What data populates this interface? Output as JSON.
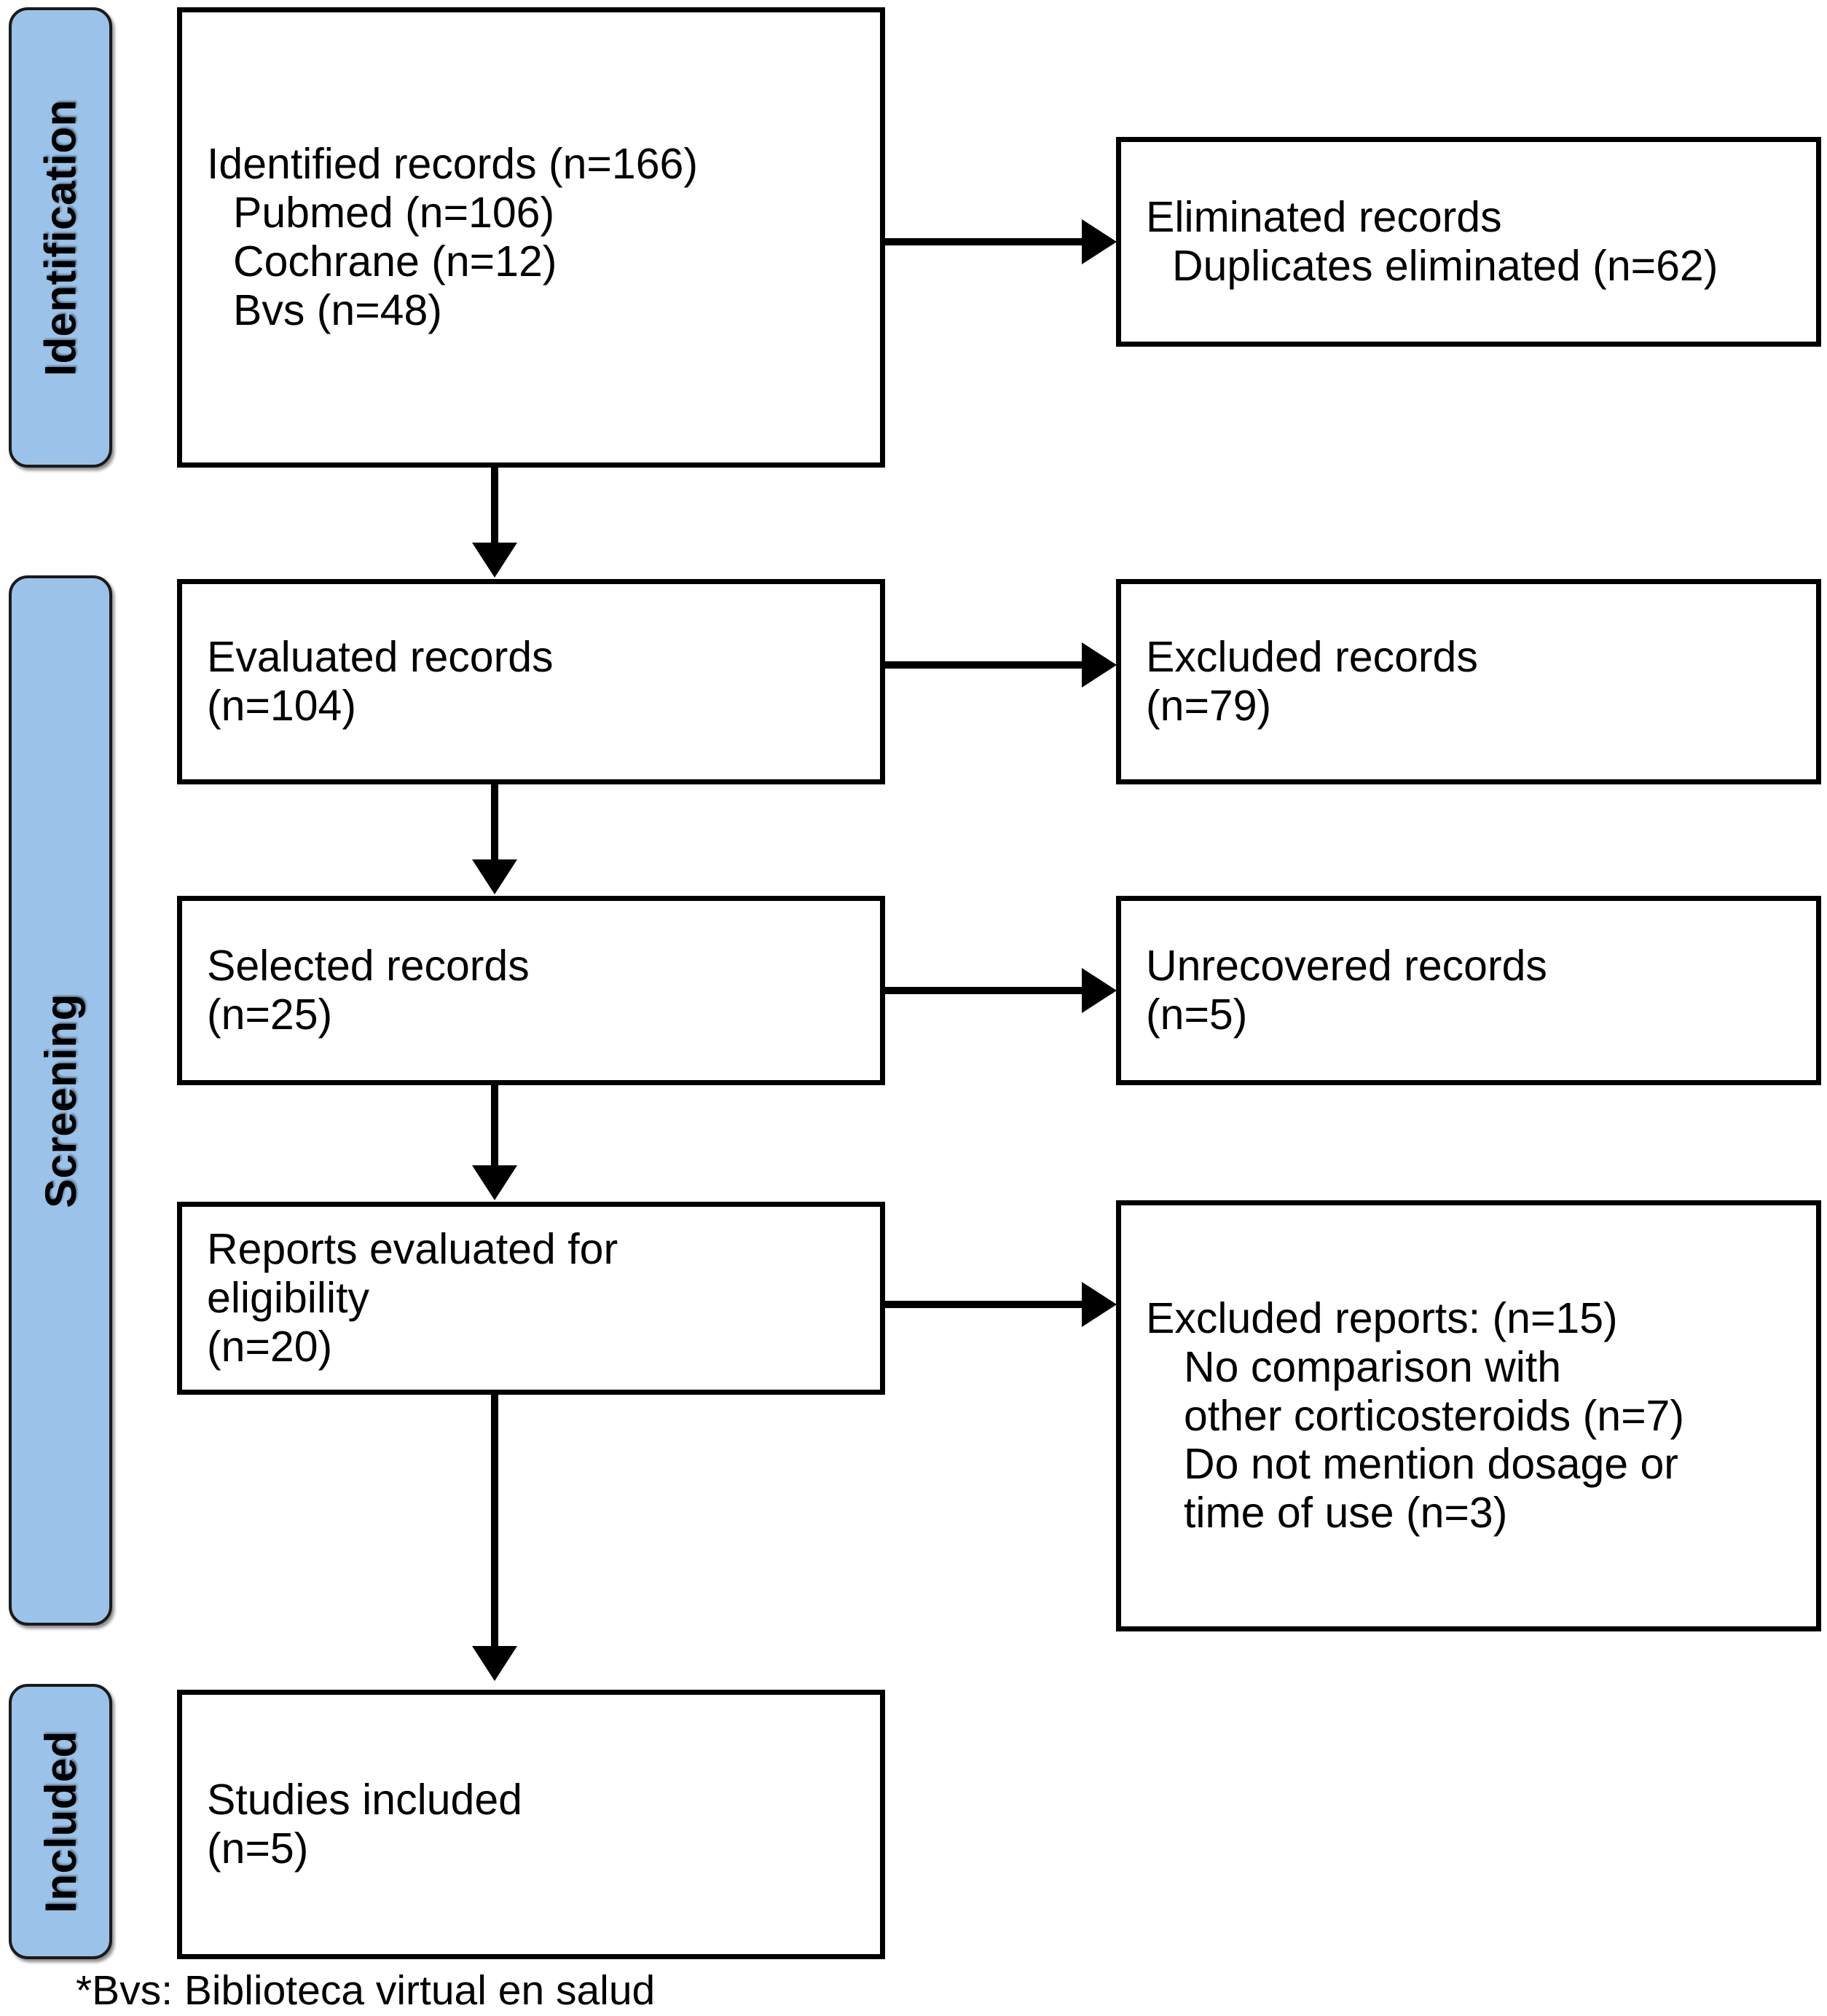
{
  "diagram": {
    "title": "PRISMA flow diagram",
    "accent_color": "#9bc3e9",
    "border_color": "#000000",
    "background_color": "#ffffff"
  },
  "stages": [
    {
      "id": "identification",
      "label": "Identification"
    },
    {
      "id": "screening",
      "label": "Screening"
    },
    {
      "id": "included",
      "label": "Included"
    }
  ],
  "boxes": {
    "identified_records": {
      "lines": [
        "Identified records (n=166)",
        "Pubmed (n=106)",
        "Cochrane (n=12)",
        "Bvs (n=48)"
      ]
    },
    "eliminated_records": {
      "lines": [
        "Eliminated records",
        "Duplicates eliminated (n=62)"
      ]
    },
    "evaluated_records": {
      "lines": [
        "Evaluated records",
        "(n=104)"
      ]
    },
    "excluded_records": {
      "lines": [
        "Excluded records",
        "(n=79)"
      ]
    },
    "selected_records": {
      "lines": [
        "Selected records",
        "(n=25)"
      ]
    },
    "unrecovered_records": {
      "lines": [
        "Unrecovered records",
        "(n=5)"
      ]
    },
    "reports_evaluated": {
      "lines": [
        "Reports evaluated for",
        "eligibility",
        "(n=20)"
      ]
    },
    "excluded_reports": {
      "lines": [
        "Excluded reports: (n=15)",
        "No comparison with",
        "other corticosteroids (n=7)",
        "Do not mention dosage or",
        "time of use (n=3)"
      ]
    },
    "studies_included": {
      "lines": [
        "Studies included",
        "(n=5)"
      ]
    }
  },
  "footnote": {
    "text": "*Bvs: Biblioteca virtual en salud"
  },
  "chart_data": {
    "type": "flowchart",
    "title": "PRISMA flow diagram",
    "stages": [
      "Identification",
      "Screening",
      "Included"
    ],
    "nodes": [
      {
        "id": "identified_records",
        "stage": "Identification",
        "label": "Identified records",
        "n": 166,
        "breakdown": [
          {
            "source": "Pubmed",
            "n": 106
          },
          {
            "source": "Cochrane",
            "n": 12
          },
          {
            "source": "Bvs",
            "n": 48
          }
        ]
      },
      {
        "id": "eliminated_records",
        "stage": "Identification",
        "label": "Eliminated records",
        "breakdown": [
          {
            "reason": "Duplicates eliminated",
            "n": 62
          }
        ]
      },
      {
        "id": "evaluated_records",
        "stage": "Screening",
        "label": "Evaluated records",
        "n": 104
      },
      {
        "id": "excluded_records",
        "stage": "Screening",
        "label": "Excluded records",
        "n": 79
      },
      {
        "id": "selected_records",
        "stage": "Screening",
        "label": "Selected records",
        "n": 25
      },
      {
        "id": "unrecovered_records",
        "stage": "Screening",
        "label": "Unrecovered records",
        "n": 5
      },
      {
        "id": "reports_evaluated",
        "stage": "Screening",
        "label": "Reports evaluated for eligibility",
        "n": 20
      },
      {
        "id": "excluded_reports",
        "stage": "Screening",
        "label": "Excluded reports",
        "n": 15,
        "breakdown": [
          {
            "reason": "No comparison with other corticosteroids",
            "n": 7
          },
          {
            "reason": "Do not mention dosage or time of use",
            "n": 3
          }
        ]
      },
      {
        "id": "studies_included",
        "stage": "Included",
        "label": "Studies included",
        "n": 5
      }
    ],
    "edges": [
      {
        "from": "identified_records",
        "to": "eliminated_records",
        "direction": "right"
      },
      {
        "from": "identified_records",
        "to": "evaluated_records",
        "direction": "down"
      },
      {
        "from": "evaluated_records",
        "to": "excluded_records",
        "direction": "right"
      },
      {
        "from": "evaluated_records",
        "to": "selected_records",
        "direction": "down"
      },
      {
        "from": "selected_records",
        "to": "unrecovered_records",
        "direction": "right"
      },
      {
        "from": "selected_records",
        "to": "reports_evaluated",
        "direction": "down"
      },
      {
        "from": "reports_evaluated",
        "to": "excluded_reports",
        "direction": "right"
      },
      {
        "from": "reports_evaluated",
        "to": "studies_included",
        "direction": "down"
      }
    ],
    "footnote": "*Bvs: Biblioteca virtual en salud"
  }
}
